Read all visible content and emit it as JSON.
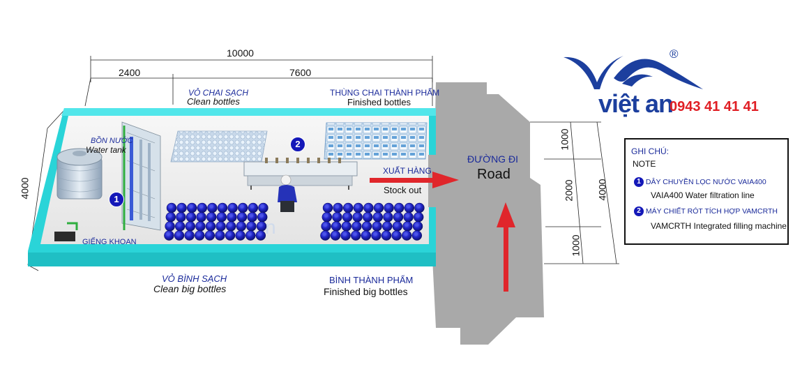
{
  "dimensions": {
    "total_length": "10000",
    "section_a": "2400",
    "section_b": "7600",
    "width": "4000",
    "right_1": "1000",
    "right_2": "2000",
    "right_3": "1000",
    "right_total": "4000"
  },
  "zones": {
    "clean_bottles_vn": "VỎ CHAI SẠCH",
    "clean_bottles_en": "Clean bottles",
    "finished_bottles_vn": "THÙNG CHAI THÀNH PHẨM",
    "finished_bottles_en": "Finished bottles",
    "water_tank_vn": "BỒN NƯỚC",
    "water_tank_en": "Water tank",
    "well_vn": "GIẾNG KHOAN",
    "clean_big_vn": "VỎ BÌNH SẠCH",
    "clean_big_en": "Clean big bottles",
    "finished_big_vn": "BÌNH THÀNH PHẨM",
    "finished_big_en": "Finished big bottles",
    "stock_out_vn": "XUẤT HÀNG",
    "stock_out_en": "Stock out"
  },
  "road": {
    "vn": "ĐƯỜNG ĐI",
    "en": "Road"
  },
  "markers": {
    "one": "1",
    "two": "2"
  },
  "brand": {
    "name": "việt an",
    "phone": "0943 41 41 41",
    "registered": "®",
    "color_blue": "#1c3f9e",
    "color_red": "#e01e24"
  },
  "note": {
    "title_vn": "GHI CHÚ:",
    "title_en": "NOTE",
    "item1_num": "1",
    "item1_vn": "DÂY CHUYỀN LỌC NƯỚC VAIA400",
    "item1_en": "VAIA400 Water filtration line",
    "item2_num": "2",
    "item2_vn": "MÁY CHIẾT RÓT TÍCH HỢP VAMCRTH",
    "item2_en": "VAMCRTH Integrated filling machine"
  },
  "colors": {
    "wall": "#2ad4d8",
    "floor": "#f2f2f2",
    "road": "#a9a9a9",
    "arrow": "#e0262b",
    "bottle_blue": "#1b1fa8"
  }
}
